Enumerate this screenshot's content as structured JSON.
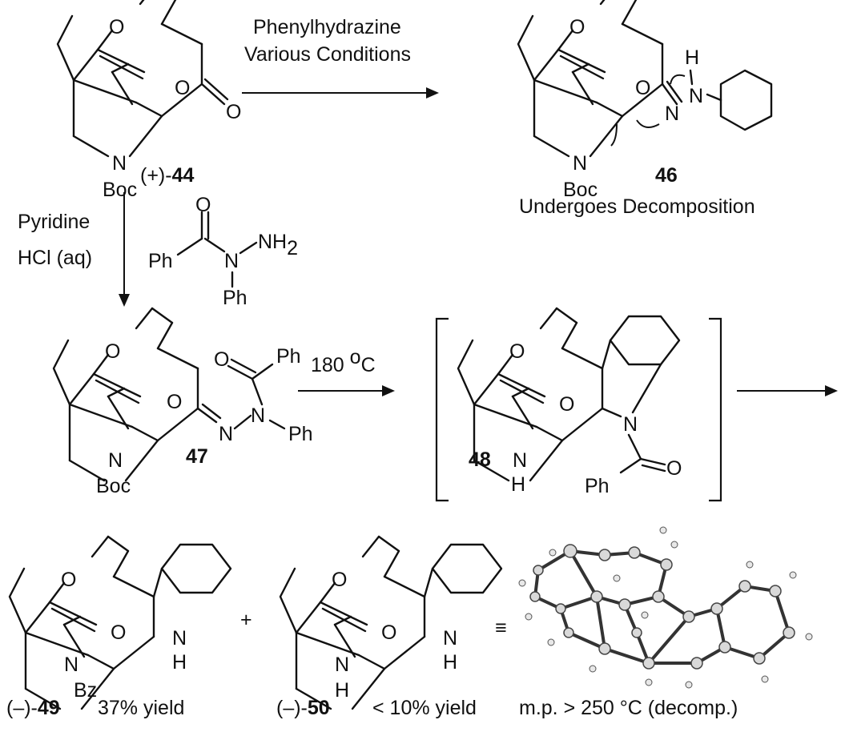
{
  "reaction1": {
    "reagent_line1": "Phenylhydrazine",
    "reagent_line2": "Various Conditions"
  },
  "reaction2": {
    "reagent_line1": "Pyridine",
    "reagent_line2": "HCl (aq)"
  },
  "reaction3": {
    "condition": "180 ",
    "condition_superscript": "o",
    "condition_unit": "C"
  },
  "compound44": {
    "prefix": "(+)-",
    "number": "44"
  },
  "compound46": {
    "number": "46",
    "note": "Undergoes Decomposition"
  },
  "compound47": {
    "number": "47"
  },
  "compound48": {
    "number": "48"
  },
  "compound49": {
    "prefix": "(–)-",
    "number": "49",
    "yield": "37% yield"
  },
  "compound50": {
    "prefix": "(–)-",
    "number": "50",
    "yield": "< 10% yield"
  },
  "plus_sign": "+",
  "equivalence_sign": "≡",
  "crystal": {
    "caption": "m.p. > 250 °C (decomp.)"
  },
  "atoms": {
    "O": "O",
    "N": "N",
    "H": "H",
    "Boc": "Boc",
    "Bz": "Bz",
    "Ph": "Ph",
    "NH": "NH",
    "NH2": "NH",
    "sub2": "2"
  }
}
